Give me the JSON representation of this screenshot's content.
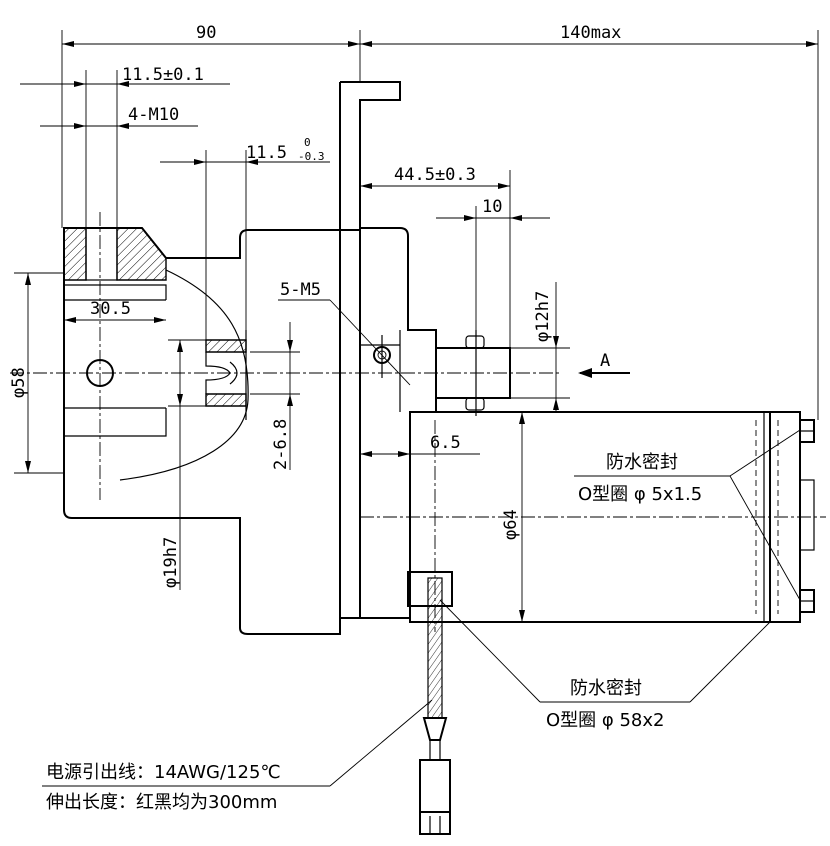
{
  "dimensions": {
    "overall_left": "90",
    "overall_right": "140max",
    "flange_thickness": "11.5±0.1",
    "tapped_holes_front": "4-M10",
    "groove_width_main": "11.5",
    "groove_width_upper": "0",
    "groove_width_lower": "-0.3",
    "shaft_position": "44.5±0.3",
    "key_length": "10",
    "side_screws": "5-M5",
    "shaft_diameter": "φ12h7",
    "view_arrow": "A",
    "pilot_depth": "30.5",
    "pilot_diameter": "φ58",
    "groove_depth": "2-6.8",
    "spigot_depth": "6.5",
    "motor_diameter": "φ64",
    "bore_diameter": "φ19h7"
  },
  "notes": {
    "seal_rear_title": "防水密封",
    "seal_rear_spec": "O型圈 φ 5x1.5",
    "seal_front_title": "防水密封",
    "seal_front_spec": "O型圈 φ 58x2",
    "lead_wire_line1": "电源引出线：14AWG/125℃",
    "lead_wire_line2": "伸出长度：红黑均为300mm"
  }
}
